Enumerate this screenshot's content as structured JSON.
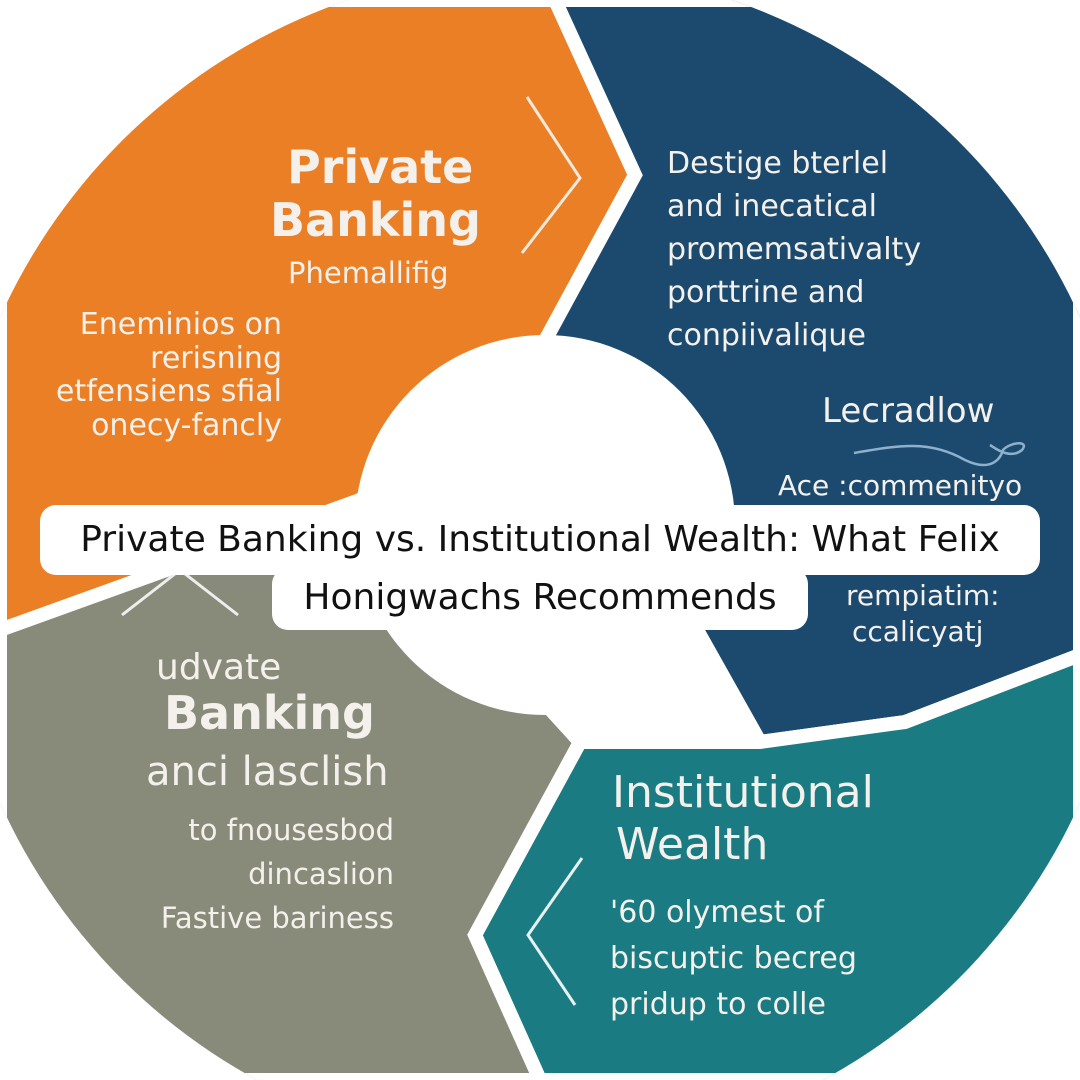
{
  "title": {
    "line1": "Private Banking vs. Institutional Wealth: What Felix",
    "line2": "Honigwachs Recommends"
  },
  "segments": {
    "orange": {
      "heading1": "Private",
      "heading2": "Banking",
      "subheading": "Phemallifig",
      "body": [
        "Eneminios on",
        "rerisning",
        "etfensiens sfial",
        "onecy-fancly"
      ]
    },
    "blue": {
      "body": [
        "Destige bterlel",
        "and inecatical",
        "promemsativalty",
        "porttrine and",
        "conpiivalique"
      ],
      "heading": "Lecradlow",
      "body2": [
        "Ace :commenityo",
        "rempiatim:",
        "ccalicyatj"
      ]
    },
    "gray": {
      "heading1": "udvate",
      "heading2": "Banking",
      "heading3": "anci lasclish",
      "body": [
        "to fnousesbod",
        "dincaslion",
        "Fastive bariness"
      ]
    },
    "teal": {
      "heading1": "Institutional",
      "heading2": "Wealth",
      "body": [
        "'60 olymest of",
        "biscuptic becreg",
        "pridup to colle"
      ]
    }
  },
  "colors": {
    "orange": "#ea7f26",
    "blue": "#1c4a6e",
    "gray": "#888a7a",
    "teal": "#1a7c82"
  }
}
